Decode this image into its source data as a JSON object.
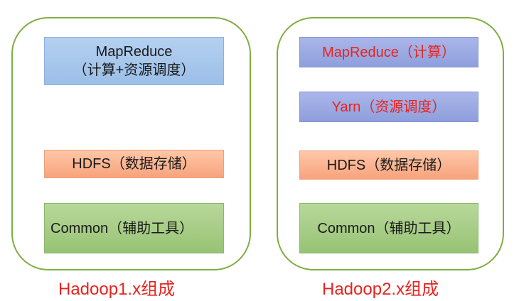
{
  "hadoop1": {
    "mapreduce_line1": "MapReduce",
    "mapreduce_line2": "（计算+资源调度）",
    "hdfs": "HDFS（数据存储）",
    "common": "Common（辅助工具）",
    "caption": "Hadoop1.x组成"
  },
  "hadoop2": {
    "mapreduce": "MapReduce（计算）",
    "yarn": "Yarn（资源调度）",
    "hdfs": "HDFS（数据存储）",
    "common": "Common（辅助工具）",
    "caption": "Hadoop2.x组成"
  },
  "colors": {
    "panel_border": "#7fae43",
    "mapreduce_1x": "#9cbfe8",
    "layer_2x_compute": "#8f9fdc",
    "hdfs": "#f7a37c",
    "common": "#97c374",
    "highlight_text": "#e8231f"
  }
}
